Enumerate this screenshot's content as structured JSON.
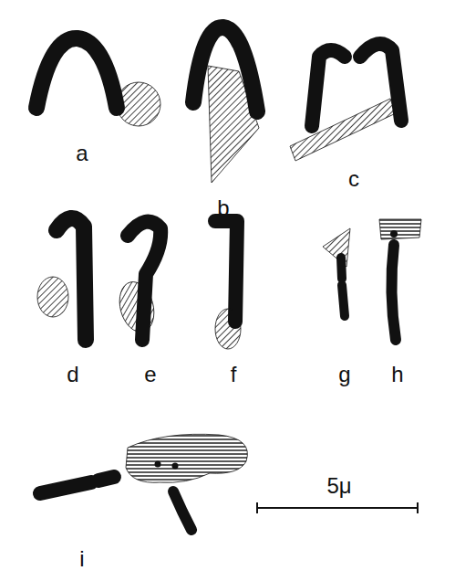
{
  "diagram": {
    "labels": [
      "a",
      "b",
      "c",
      "d",
      "e",
      "f",
      "g",
      "h",
      "i",
      "5μ"
    ]
  }
}
